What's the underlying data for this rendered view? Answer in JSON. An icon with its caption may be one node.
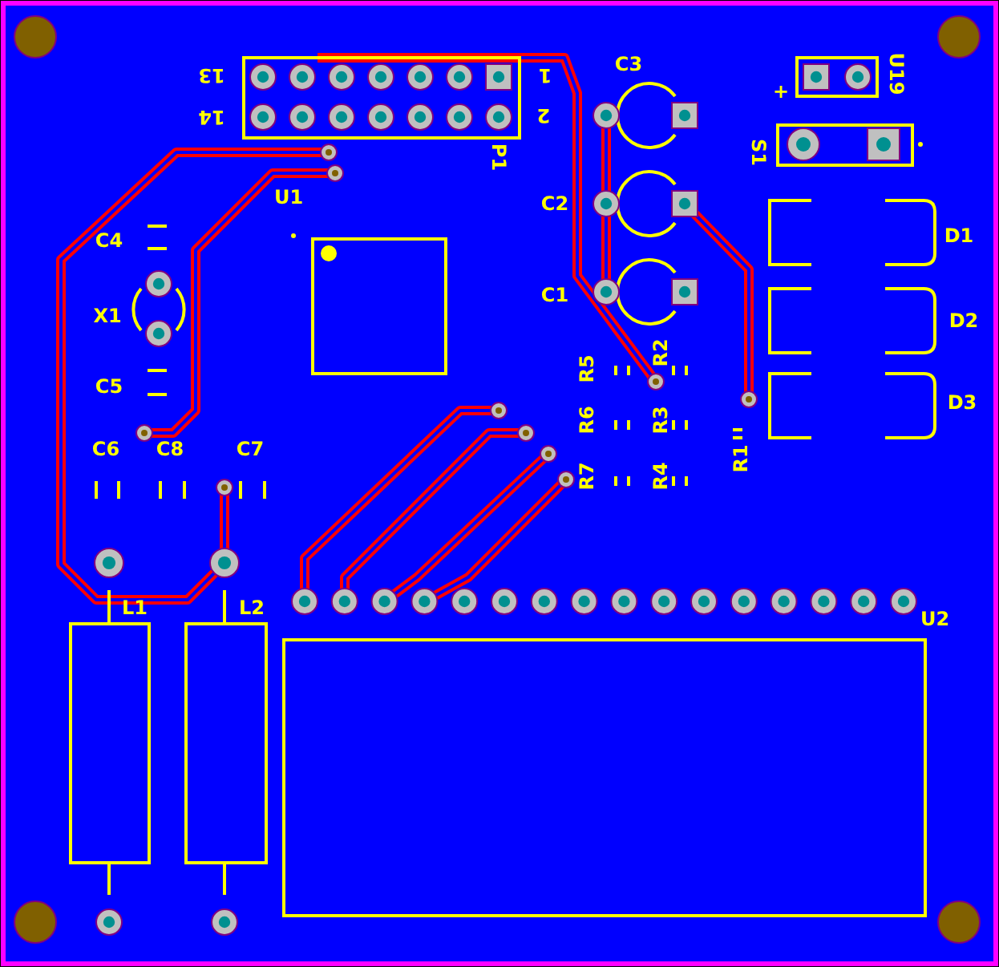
{
  "diagram": {
    "labels": [
      "13",
      "14",
      "1",
      "2",
      "C3",
      "P1",
      "U19",
      "+",
      "S1",
      "U1",
      "C4",
      "C2",
      "D1",
      "X1",
      "C1",
      "D2",
      "R5",
      "R2",
      "C5",
      "R6",
      "R3",
      "D3",
      "C6",
      "C8",
      "C7",
      "R1",
      "R7",
      "R4",
      "L1",
      "L2",
      "U2"
    ]
  }
}
